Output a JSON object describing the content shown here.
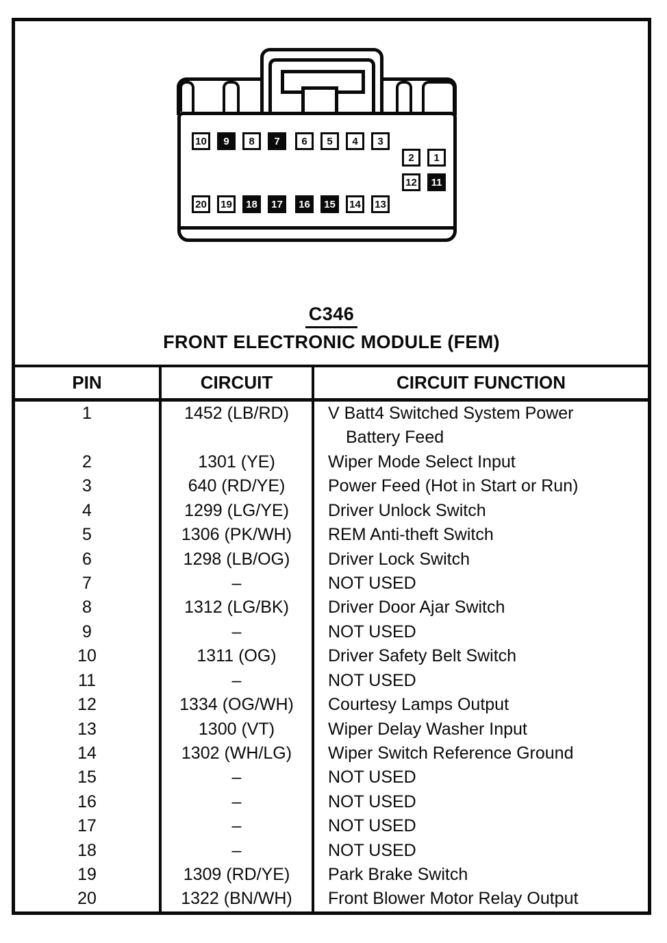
{
  "title": {
    "connector_id": "C346",
    "connector_name": "FRONT ELECTRONIC MODULE (FEM)"
  },
  "connector_diagram": {
    "pins_top_row": [
      {
        "label": "10",
        "filled": false
      },
      {
        "label": "9",
        "filled": true
      },
      {
        "label": "8",
        "filled": false
      },
      {
        "label": "7",
        "filled": true
      },
      {
        "label": "6",
        "filled": false
      },
      {
        "label": "5",
        "filled": false
      },
      {
        "label": "4",
        "filled": false
      },
      {
        "label": "3",
        "filled": false
      }
    ],
    "pins_right_group": [
      {
        "label": "2",
        "filled": false
      },
      {
        "label": "1",
        "filled": false
      },
      {
        "label": "12",
        "filled": false
      },
      {
        "label": "11",
        "filled": true
      }
    ],
    "pins_bottom_row": [
      {
        "label": "20",
        "filled": false
      },
      {
        "label": "19",
        "filled": false
      },
      {
        "label": "18",
        "filled": true
      },
      {
        "label": "17",
        "filled": true
      },
      {
        "label": "16",
        "filled": true
      },
      {
        "label": "15",
        "filled": true
      },
      {
        "label": "14",
        "filled": false
      },
      {
        "label": "13",
        "filled": false
      }
    ]
  },
  "table": {
    "headers": {
      "pin": "PIN",
      "circuit": "CIRCUIT",
      "function": "CIRCUIT FUNCTION"
    },
    "rows": [
      {
        "pin": "1",
        "circuit": "1452 (LB/RD)",
        "function_lines": [
          "V Batt4 Switched System Power",
          "Battery Feed"
        ]
      },
      {
        "pin": "2",
        "circuit": "1301 (YE)",
        "function_lines": [
          "Wiper Mode Select Input"
        ]
      },
      {
        "pin": "3",
        "circuit": "640 (RD/YE)",
        "function_lines": [
          "Power Feed (Hot in Start or Run)"
        ]
      },
      {
        "pin": "4",
        "circuit": "1299 (LG/YE)",
        "function_lines": [
          "Driver Unlock Switch"
        ]
      },
      {
        "pin": "5",
        "circuit": "1306 (PK/WH)",
        "function_lines": [
          "REM Anti-theft Switch"
        ]
      },
      {
        "pin": "6",
        "circuit": "1298 (LB/OG)",
        "function_lines": [
          "Driver Lock Switch"
        ]
      },
      {
        "pin": "7",
        "circuit": "–",
        "function_lines": [
          "NOT USED"
        ]
      },
      {
        "pin": "8",
        "circuit": "1312 (LG/BK)",
        "function_lines": [
          "Driver Door Ajar Switch"
        ]
      },
      {
        "pin": "9",
        "circuit": "–",
        "function_lines": [
          "NOT USED"
        ]
      },
      {
        "pin": "10",
        "circuit": "1311 (OG)",
        "function_lines": [
          "Driver Safety Belt Switch"
        ]
      },
      {
        "pin": "11",
        "circuit": "–",
        "function_lines": [
          "NOT USED"
        ]
      },
      {
        "pin": "12",
        "circuit": "1334 (OG/WH)",
        "function_lines": [
          "Courtesy Lamps Output"
        ]
      },
      {
        "pin": "13",
        "circuit": "1300 (VT)",
        "function_lines": [
          "Wiper Delay Washer Input"
        ]
      },
      {
        "pin": "14",
        "circuit": "1302 (WH/LG)",
        "function_lines": [
          "Wiper Switch Reference Ground"
        ]
      },
      {
        "pin": "15",
        "circuit": "–",
        "function_lines": [
          "NOT USED"
        ]
      },
      {
        "pin": "16",
        "circuit": "–",
        "function_lines": [
          "NOT USED"
        ]
      },
      {
        "pin": "17",
        "circuit": "–",
        "function_lines": [
          "NOT USED"
        ]
      },
      {
        "pin": "18",
        "circuit": "–",
        "function_lines": [
          "NOT USED"
        ]
      },
      {
        "pin": "19",
        "circuit": "1309 (RD/YE)",
        "function_lines": [
          "Park Brake Switch"
        ]
      },
      {
        "pin": "20",
        "circuit": "1322 (BN/WH)",
        "function_lines": [
          "Front Blower Motor Relay Output"
        ]
      }
    ]
  },
  "colors": {
    "ink": "#0a0a0a",
    "paper": "#ffffff"
  }
}
